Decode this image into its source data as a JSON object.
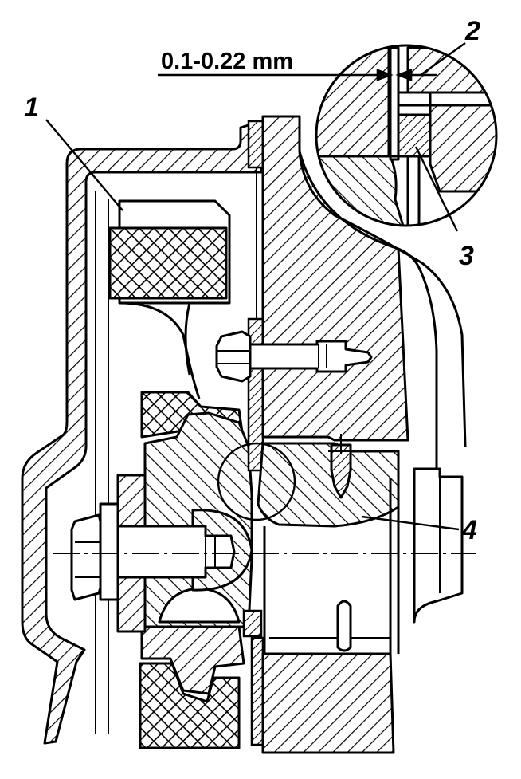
{
  "labels": {
    "callout_1": "1",
    "callout_2": "2",
    "callout_3": "3",
    "callout_4": "4",
    "clearance": "0.1-0.22 mm"
  },
  "colors": {
    "ink": "#000000",
    "paper": "#ffffff"
  }
}
